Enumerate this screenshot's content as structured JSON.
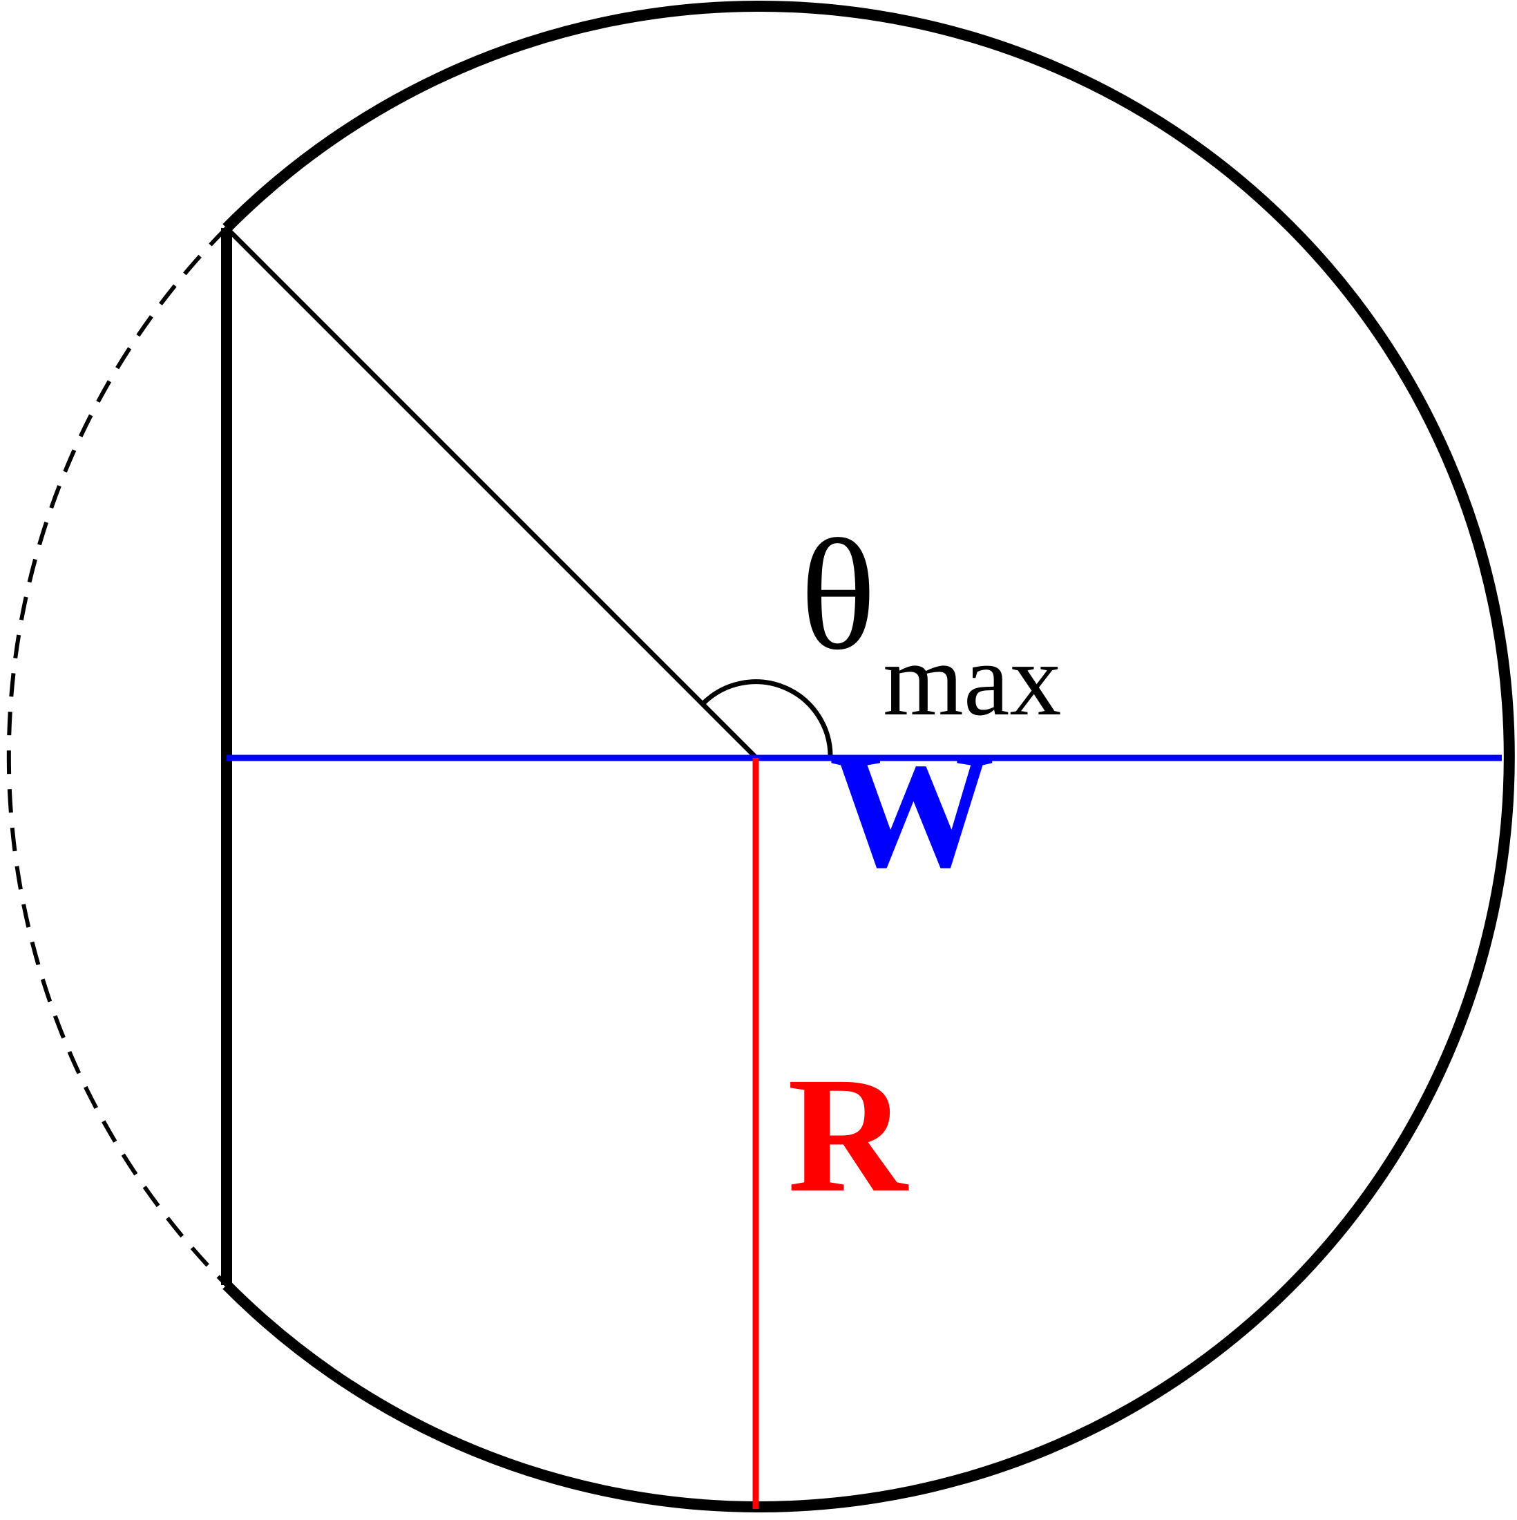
{
  "labels": {
    "theta_symbol": "θ",
    "theta_subscript": "max",
    "width_label": "W",
    "radius_label": "R"
  },
  "colors": {
    "outline": "#000000",
    "width_line": "#0000ff",
    "radius_line": "#ff0000",
    "background": "#ffffff"
  }
}
